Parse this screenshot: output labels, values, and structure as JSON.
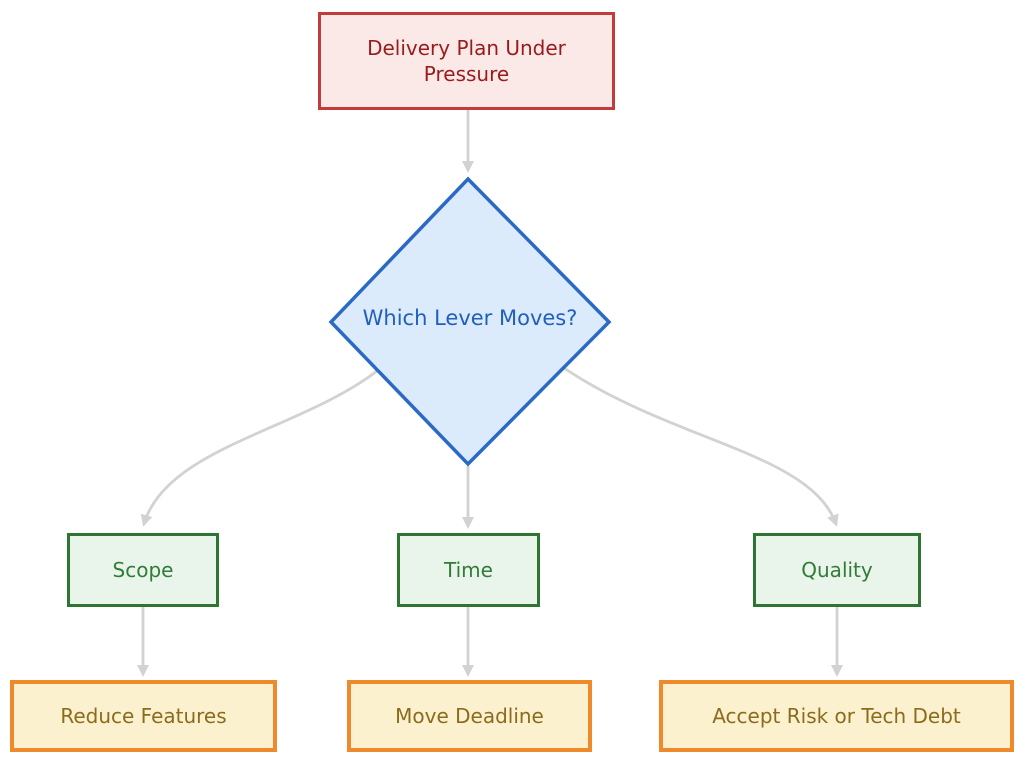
{
  "diagram": {
    "type": "flowchart",
    "direction": "top-down",
    "background": "#ffffff",
    "arrow_color": "#d2d2d2"
  },
  "nodes": {
    "problem": {
      "label": "Delivery Plan Under Pressure",
      "lines": [
        "Delivery Plan Under",
        "Pressure"
      ],
      "shape": "rectangle",
      "fill": "#fbe9e8",
      "border": "#c43b3b",
      "text": "#991b1b"
    },
    "decision": {
      "label": "Which Lever Moves?",
      "shape": "diamond",
      "fill": "#dcebfb",
      "border": "#2a6ac4",
      "text": "#1f5fbe"
    },
    "scope": {
      "label": "Scope",
      "shape": "rectangle",
      "fill": "#e9f4ea",
      "border": "#2e7532",
      "text": "#317c38"
    },
    "time": {
      "label": "Time",
      "shape": "rectangle",
      "fill": "#e9f4ea",
      "border": "#2e7532",
      "text": "#317c38"
    },
    "quality": {
      "label": "Quality",
      "shape": "rectangle",
      "fill": "#e9f4ea",
      "border": "#2e7532",
      "text": "#317c38"
    },
    "reduce_features": {
      "label": "Reduce Features",
      "shape": "rectangle",
      "fill": "#fcf1cf",
      "border": "#ee8a2c",
      "text": "#8a6c1c"
    },
    "move_deadline": {
      "label": "Move Deadline",
      "shape": "rectangle",
      "fill": "#fcf1cf",
      "border": "#ee8a2c",
      "text": "#8a6c1c"
    },
    "accept_risk": {
      "label": "Accept Risk or Tech Debt",
      "shape": "rectangle",
      "fill": "#fcf1cf",
      "border": "#ee8a2c",
      "text": "#8a6c1c"
    }
  },
  "edges": [
    {
      "from": "problem",
      "to": "decision"
    },
    {
      "from": "decision",
      "to": "scope"
    },
    {
      "from": "decision",
      "to": "time"
    },
    {
      "from": "decision",
      "to": "quality"
    },
    {
      "from": "scope",
      "to": "reduce_features"
    },
    {
      "from": "time",
      "to": "move_deadline"
    },
    {
      "from": "quality",
      "to": "accept_risk"
    }
  ]
}
